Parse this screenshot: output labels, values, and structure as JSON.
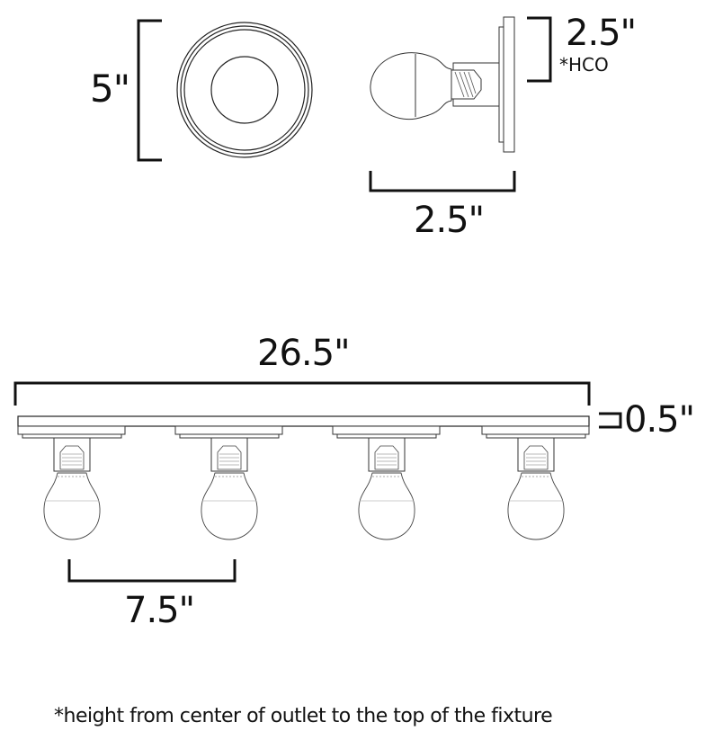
{
  "diagram": {
    "type": "dimension-drawing",
    "subject": "4-light bath vanity fixture",
    "front_view": {
      "label": "front-view",
      "height_dimension": "5\""
    },
    "side_view": {
      "label": "side-view",
      "hco_dimension": "2.5\"",
      "hco_label": "*HCO",
      "depth_dimension": "2.5\""
    },
    "top_view": {
      "label": "fixture-elevation",
      "width_dimension": "26.5\"",
      "backplate_depth_dimension": "0.5\"",
      "bulb_spacing_dimension": "7.5\"",
      "bulb_count": 4
    },
    "footnote": "*height from center of outlet to the top of the fixture"
  }
}
